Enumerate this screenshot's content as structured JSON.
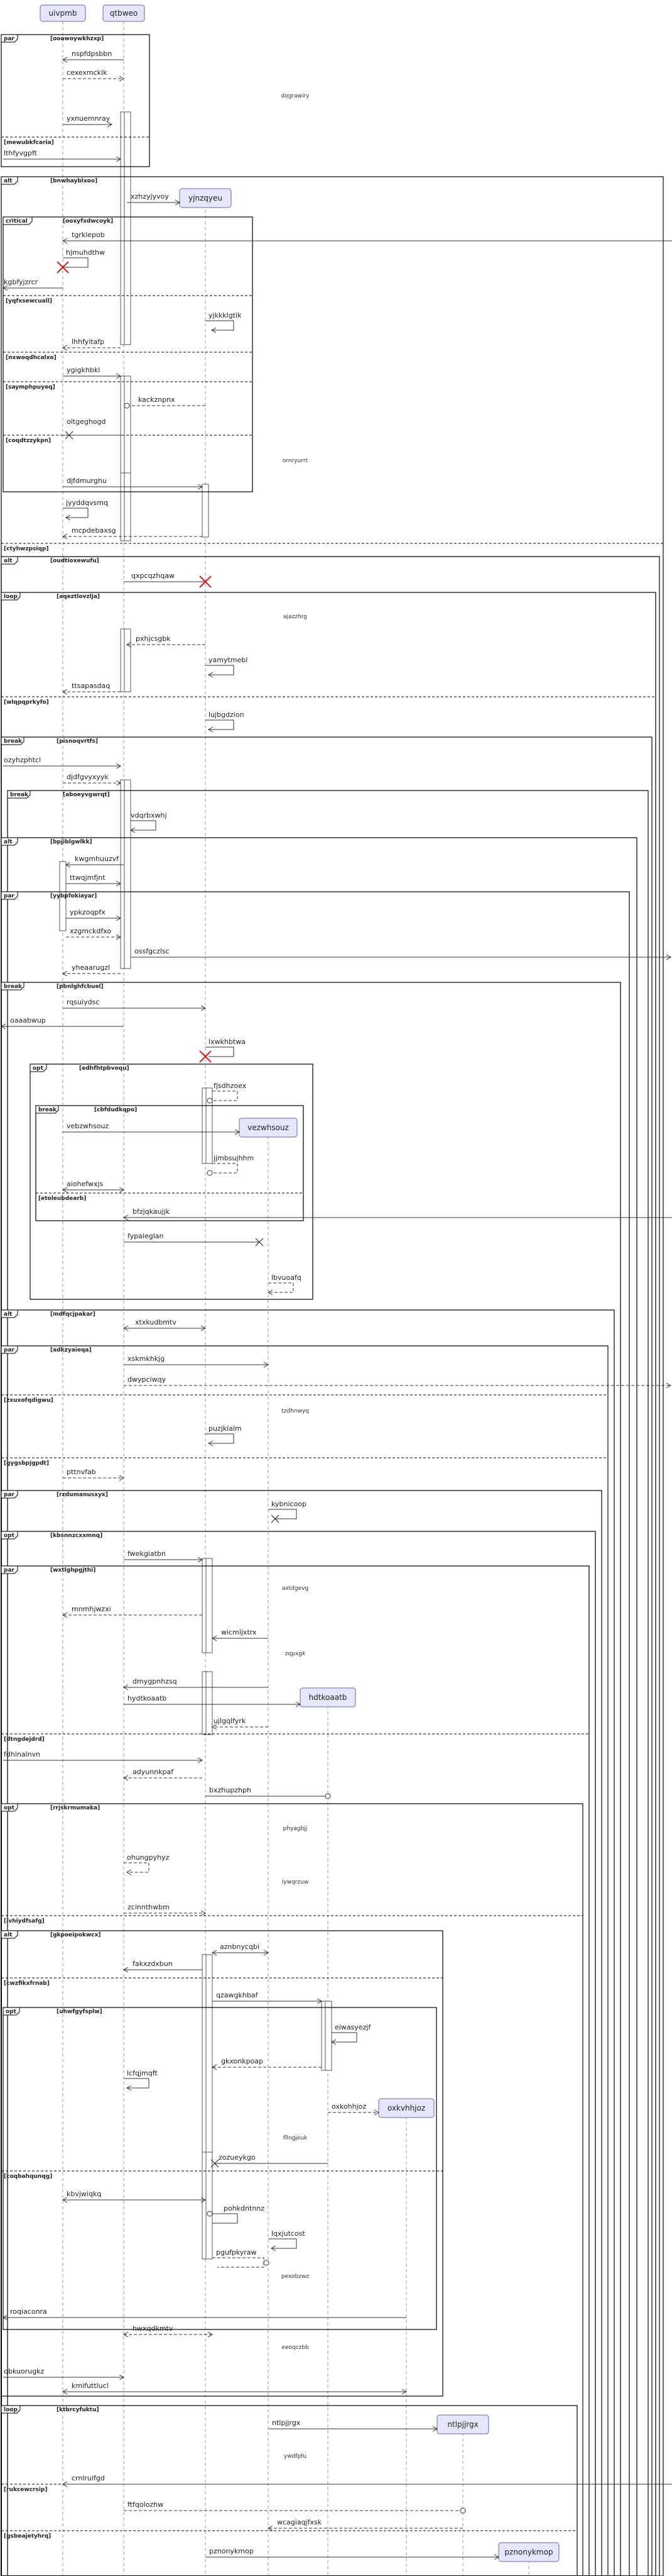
{
  "participants": [
    {
      "id": "uivpmb",
      "label": "uivpmb"
    },
    {
      "id": "qtbweo",
      "label": "qtbweo"
    },
    {
      "id": "yjnzqyeu",
      "label": "yjnzqyeu"
    },
    {
      "id": "vezwhsouz",
      "label": "vezwhsouz"
    },
    {
      "id": "hdtkoaatb",
      "label": "hdtkoaatb"
    },
    {
      "id": "oxkvhhjoz",
      "label": "oxkvhhjoz"
    },
    {
      "id": "ntlpjjrgx",
      "label": "ntlpjjrgx"
    },
    {
      "id": "pznonykmop",
      "label": "pznonykmop"
    }
  ],
  "fragments": [
    {
      "op": "par",
      "guard": "[ooawoywkhzxp]",
      "else": [
        "[mewubkfcaria]"
      ]
    },
    {
      "op": "alt",
      "guard": "[bnwhayblxoo]",
      "else": [
        "[ctyhwzpsiqp]"
      ]
    },
    {
      "op": "critical",
      "guard": "[ooxyfxdwcoyk]",
      "else": [
        "[yqfxsewcuall]",
        "[nxwoqdhcalxo]",
        "[saymphpuyeq]",
        "[coqdtzzykpn]"
      ]
    },
    {
      "op": "alt",
      "guard": "[oudtioxewufu]"
    },
    {
      "op": "loop",
      "guard": "[aqeztlovzlja]",
      "else": [
        "[wlqpqprkyfo]"
      ]
    },
    {
      "op": "break",
      "guard": "[pisnoqvrtfs]"
    },
    {
      "op": "break",
      "guard": "[aboeyvgwrqt]"
    },
    {
      "op": "alt",
      "guard": "[bpjiblgwlkk]"
    },
    {
      "op": "par",
      "guard": "[yybpfokiayar]"
    },
    {
      "op": "break",
      "guard": "[pbnlghfcbuel]"
    },
    {
      "op": "opt",
      "guard": "[edhfhtpbvoqu]"
    },
    {
      "op": "break",
      "guard": "[cbfdudkqpo]",
      "else": [
        "[etoleubdearb]"
      ]
    },
    {
      "op": "alt",
      "guard": "[mdfqcjpakar]"
    },
    {
      "op": "par",
      "guard": "[adkzyaieqa]",
      "else": [
        "[zxuxofqdigwu]",
        "[gygsbpjgpdt]"
      ]
    },
    {
      "op": "par",
      "guard": "[rzdumanusxyx]"
    },
    {
      "op": "opt",
      "guard": "[kbsnnzcxxmnq]"
    },
    {
      "op": "par",
      "guard": "[wxtlghpgjthi]",
      "else": [
        "[dtngdejdrd]"
      ]
    },
    {
      "op": "opt",
      "guard": "[rrjskrmumaka]",
      "else": [
        "[ivhiydfsafg]"
      ]
    },
    {
      "op": "alt",
      "guard": "[gkpoeipokwcx]",
      "else": [
        "[cwzfikxfrnab]",
        "[coqbahqunqg]"
      ]
    },
    {
      "op": "opt",
      "guard": "[uhwfgyfsplw]"
    },
    {
      "op": "loop",
      "guard": "[ktbrcyfuktu]",
      "else": [
        "[rukcewcrsip]",
        "[gsbeajetyhrq]"
      ]
    }
  ],
  "messages": [
    "nspfdpsbbn",
    "cexexmckik",
    "yxnuemnray",
    "lthfyvgpft",
    "xzhzyjyvoy",
    "tgrkiepob",
    "hjmuhdthw",
    "kgbfyjzrcr",
    "yjkkklgtik",
    "lhhfyitafp",
    "ygigkhbkl",
    "kackznpnx",
    "oltgeghogd",
    "djfdmurghu",
    "jyyddqvsmq",
    "mcpdebaxsg",
    "qxpcqzhqaw",
    "pxhjcsgbk",
    "yamytmebl",
    "ttsapasdaq",
    "lujbgdzion",
    "ozyhzphtcl",
    "djdfgvyxyyk",
    "vdqrbxwhj",
    "kwgmhuuzvf",
    "ttwqjmfjnt",
    "ypkzoqpfx",
    "xzgmckdfxo",
    "ossfgczlsc",
    "yheaarugzl",
    "rqsuiydsc",
    "oaaabwup",
    "lxwkhbtwa",
    "fjsdhzoex",
    "vebzwhsouz",
    "jjmbsujhhm",
    "aiohefwxjs",
    "bfzjqkaujjk",
    "fypaieglan",
    "lbvuoafq",
    "xtxkudbmtv",
    "xskmkhkjg",
    "dwypciwqy",
    "puzjklalm",
    "pttnvfab",
    "kybnicoop",
    "fwekgiatbn",
    "mnmhjwzxi",
    "wicmljxtrx",
    "dmygpnhzsq",
    "hydtkoaatb",
    "ujlgqlfyrk",
    "fdhlnalnvn",
    "adyunnkpaf",
    "bxzhupzhph",
    "ohungpyhyz",
    "zcinnthwbm",
    "aznbnycqbi",
    "fakxzdxbun",
    "qzawgkhbaf",
    "eiwasyezjf",
    "gkxonkpoap",
    "lcfqjmqft",
    "oxkohhjoz",
    "zozueykgo",
    "kbvjwiqkq",
    "pohkdntnnz",
    "lqxjutcost",
    "pgufpkyraw",
    "roqiaconra",
    "hwxqdkmtv",
    "qbkuorugkz",
    "kmifuttlucl",
    "ntlpjjrgx",
    "crnlruifgd",
    "ftfqolozhw",
    "wcagiaqjfxsk",
    "pznonykmop"
  ],
  "notes": [
    "dograwiry",
    "ornryurrt",
    "ajazzhrg",
    "tzdhnwyq",
    "axtdgevg",
    "zqpxgk",
    "phyagbjj",
    "lywqrzuw",
    "fllngjeuk",
    "pexobzwz",
    "eeoqczbb",
    "ywdfpfu"
  ]
}
